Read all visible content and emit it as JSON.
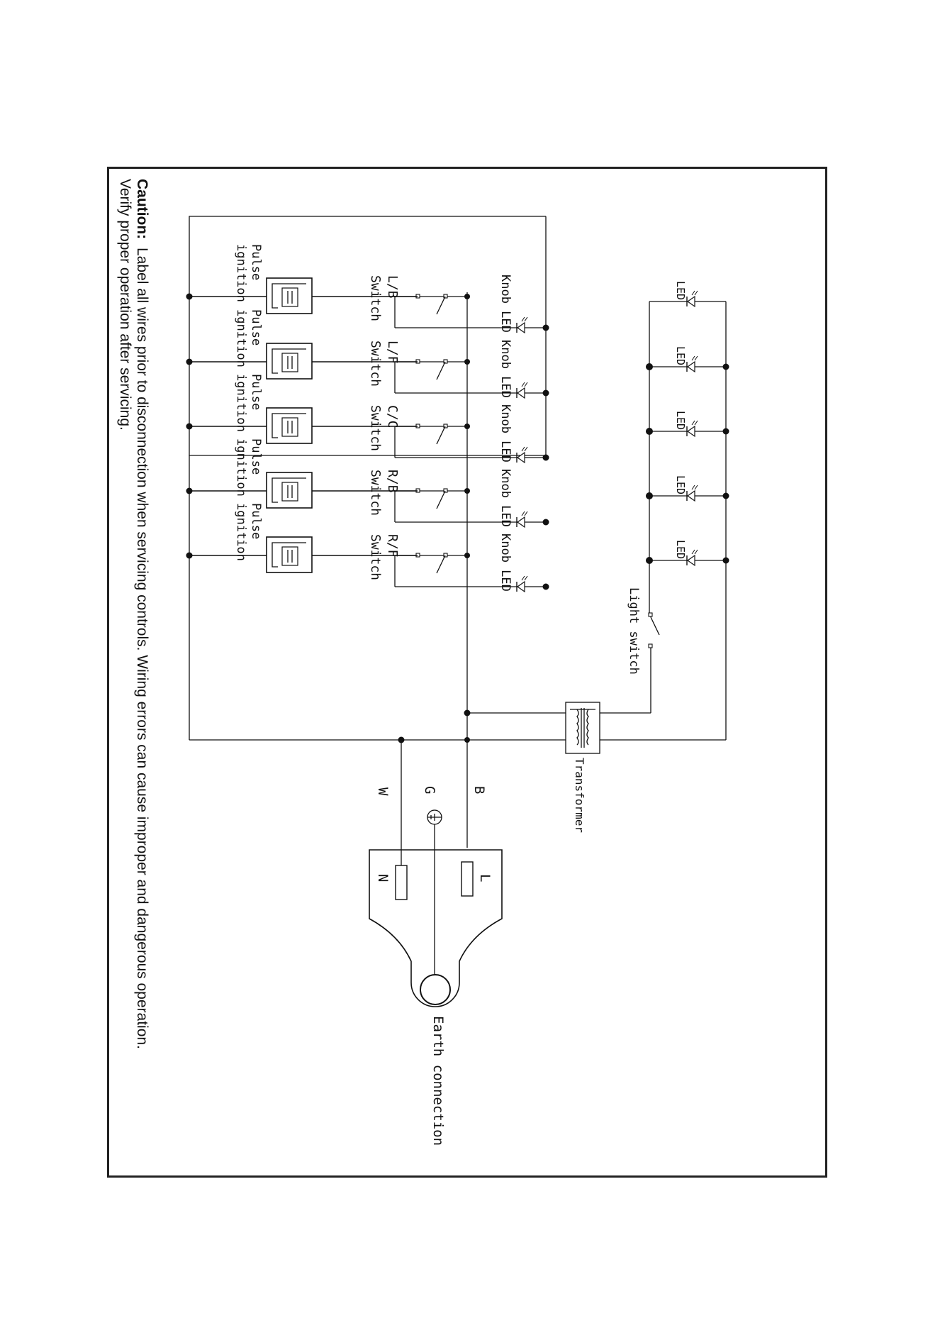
{
  "caution": {
    "heading": "Caution:",
    "line1": "Label all wires prior to disconnection when servicing controls. Wiring errors can cause improper and dangerous operation.",
    "line2": "Verify proper operation after servicing."
  },
  "labels": {
    "led": "LED",
    "knob_led": "Knob LED",
    "pulse": "Pulse",
    "ignition": "ignition",
    "switch_word": "Switch",
    "light_switch": "Light switch",
    "transformer": "Transformer",
    "wire_b": "B",
    "wire_g": "G",
    "wire_w": "W",
    "plug_l": "L",
    "plug_n": "N",
    "earth": "Earth connection"
  },
  "switches": [
    "L/B",
    "L/F",
    "C/C",
    "R/B",
    "R/F"
  ],
  "colors": {
    "line": "#111111",
    "background": "#ffffff"
  }
}
